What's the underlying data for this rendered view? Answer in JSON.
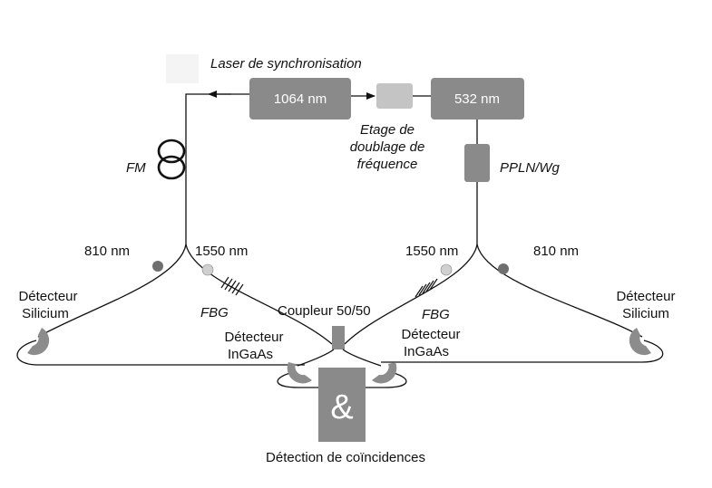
{
  "colors": {
    "box": "#8a8a8a",
    "doubler": "#c4c4c4",
    "detector": "#8c8c8c",
    "dot_810": "#6f6f6f",
    "dot_1550": "#d0d0d0",
    "line": "#111111"
  },
  "labels": {
    "laser_title": "Laser de synchronisation",
    "laser_1064": "1064 nm",
    "laser_532": "532 nm",
    "doubling_l1": "Etage de",
    "doubling_l2": "doublage de",
    "doubling_l3": "fréquence",
    "fm": "FM",
    "ppln": "PPLN/Wg",
    "left_810": "810 nm",
    "left_1550": "1550 nm",
    "right_1550": "1550 nm",
    "right_810": "810 nm",
    "det_si_left_l1": "Détecteur",
    "det_si_left_l2": "Silicium",
    "det_si_right_l1": "Détecteur",
    "det_si_right_l2": "Silicium",
    "fbg_left": "FBG",
    "fbg_right": "FBG",
    "coupler": "Coupleur 50/50",
    "det_ingaas_left_l1": "Détecteur",
    "det_ingaas_left_l2": "InGaAs",
    "det_ingaas_right_l1": "Détecteur",
    "det_ingaas_right_l2": "InGaAs",
    "and_symbol": "&",
    "coincidence": "Détection de coïncidences"
  }
}
